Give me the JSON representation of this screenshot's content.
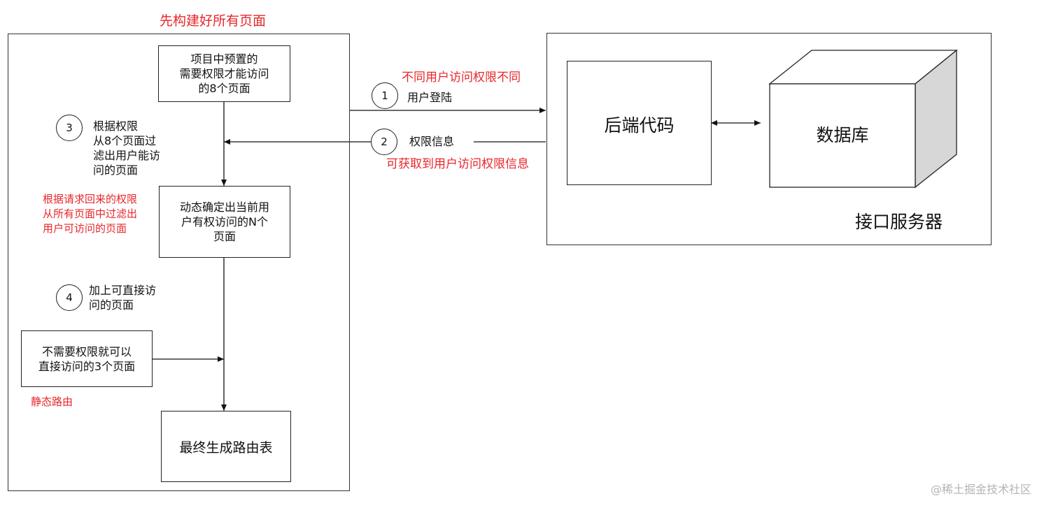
{
  "client": {
    "title": "先构建好所有页面",
    "preset_box": "项目中预置的\n需要权限才能访问\n的8个页面",
    "dynamic_box": "动态确定出当前用\n户有权访问的N个\n页面",
    "static_box": "不需要权限就可以\n直接访问的3个页面",
    "final_box": "最终生成路由表",
    "step3_label": "根据权限\n从8个页面过\n滤出用户能访\n问的页面",
    "step4_label": "加上可直接访\n问的页面",
    "filter_note": "根据请求回来的权限\n从所有页面中过滤出\n用户可访问的页面",
    "static_note": "静态路由"
  },
  "steps": {
    "s1": "1",
    "s2": "2",
    "s3": "3",
    "s4": "4"
  },
  "connection": {
    "note_top": "不同用户访问权限不同",
    "login_label": "用户登陆",
    "perm_label": "权限信息",
    "note_bottom": "可获取到用户访问权限信息"
  },
  "server": {
    "backend": "后端代码",
    "database": "数据库",
    "label": "接口服务器"
  },
  "watermark": "@稀土掘金技术社区"
}
